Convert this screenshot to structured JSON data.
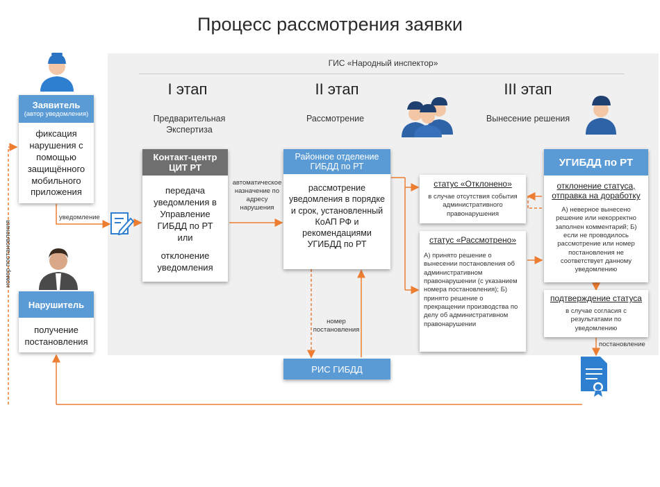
{
  "title": "Процесс рассмотрения заявки",
  "gis": "ГИС «Народный инспектор»",
  "stages": [
    {
      "label": "I этап",
      "sub": "Предварительная Экспертиза"
    },
    {
      "label": "II этап",
      "sub": "Рассмотрение"
    },
    {
      "label": "III этап",
      "sub": "Вынесение решения"
    }
  ],
  "applicant": {
    "title": "Заявитель",
    "subtitle": "(автор уведомления)",
    "text": "фиксация нарушения с помощью защищённого мобильного приложения"
  },
  "violator": {
    "title": "Нарушитель",
    "text": "получение постановления"
  },
  "contact": {
    "title": "Контакт-центр ЦИТ РТ",
    "text1": "передача уведомления в Управление ГИБДД по РТ",
    "or": "или",
    "text2": "отклонение уведомления"
  },
  "district": {
    "title": "Районное отделение ГИБДД по РТ",
    "text": "рассмотрение уведомления в порядке и срок, установленный КоАП РФ и рекомендациями УГИБДД по РТ"
  },
  "rejected": {
    "title": "статус «Отклонено»",
    "text": "в случае отсутствия события административного правонарушения"
  },
  "reviewed": {
    "title": "статус «Рассмотрено»",
    "text": "А) принято решение о вынесении постановления об административном правонарушении (с указанием номера постановления); Б) принято решение о прекращении производства по делу об административном правонарушении"
  },
  "ugibdd": {
    "title": "УГИБДД по РТ",
    "sub_title": "отклонение статуса, отправка на доработку",
    "text": "А) неверное вынесено решение или некорректно заполнен комментарий; Б) если не проводилось рассмотрение или номер постановления не соответствует данному уведомлению"
  },
  "confirm": {
    "title": "подтверждение статуса",
    "text": "в случае согласия с результатами по уведомлению"
  },
  "ris": {
    "title": "РИС ГИБДД"
  },
  "labels": {
    "notification": "уведомление",
    "auto": "автоматическое назначение по адресу нарушения",
    "number": "номер постановления",
    "number_vertical": "номер постановления",
    "decree": "постановление"
  },
  "colors": {
    "header_blue": "#5b9bd5",
    "header_grey": "#6f6f6f",
    "arrow": "#ed7d31",
    "panel": "#f0f0f0"
  }
}
